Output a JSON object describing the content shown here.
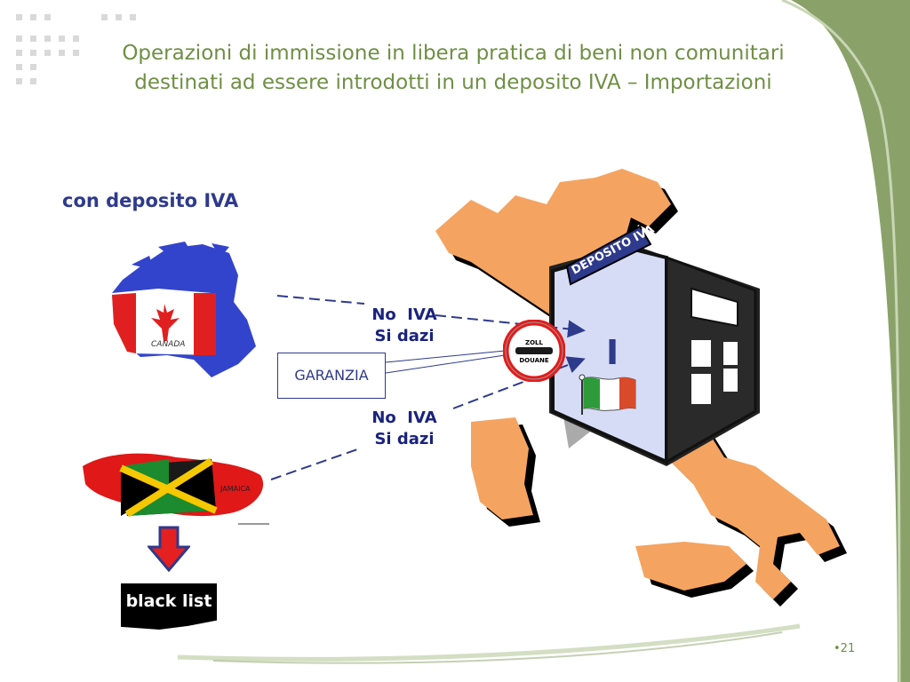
{
  "title": "Operazioni di immissione in libera pratica di beni non comunitari destinati ad essere introdotti in un deposito IVA – Importazioni",
  "subtitle": "con deposito IVA",
  "labels": {
    "top_no_iva": "No  IVA",
    "top_si_dazi": "Si dazi",
    "bottom_no_iva": "No  IVA",
    "bottom_si_dazi": "Si dazi",
    "garanzia": "GARANZIA",
    "black_list": "black list"
  },
  "map_labels": {
    "canada": "CANADA",
    "jamaica": "JAMAICA"
  },
  "sign": {
    "line1": "ZOLL",
    "line2": "DOUANE"
  },
  "building": {
    "roof_sign": "DEPOSITO IVA",
    "letter": "I"
  },
  "slide_number": "•21",
  "colors": {
    "title_green": "#6f8f45",
    "italy_orange": "#f4a460",
    "building_blue": "#d6dcf5",
    "label_navy": "#1a237e",
    "decor_green": "#8aa26a"
  }
}
